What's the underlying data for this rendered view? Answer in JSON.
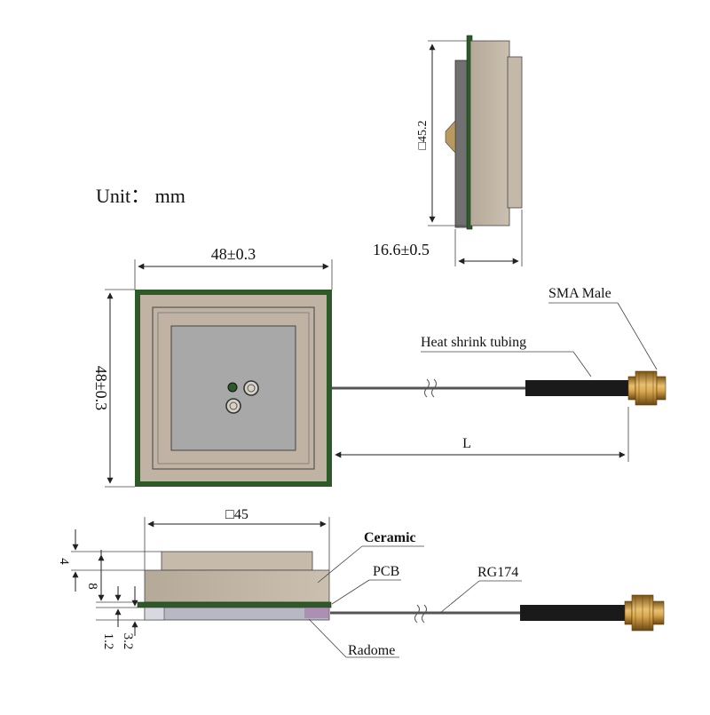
{
  "unit_label": "Unit： mm",
  "top_view": {
    "width_label": "48±0.3",
    "height_label": "48±0.3",
    "cable_length_label": "L"
  },
  "side_view_top": {
    "square_label": "□45.2",
    "thickness_label": "16.6±0.5"
  },
  "side_view_bottom": {
    "square_label": "□45",
    "dim_4": "4",
    "dim_8": "8",
    "dim_1_2": "1.2",
    "dim_3_2": "3.2"
  },
  "callouts": {
    "sma": "SMA Male",
    "heat_shrink": "Heat shrink tubing",
    "ceramic": "Ceramic",
    "pcb": "PCB",
    "rg174": "RG174",
    "radome": "Radome"
  },
  "colors": {
    "pcb_green": "#2e5a2a",
    "ceramic": "#c0b3a3",
    "patch_gray": "#a8a8a8",
    "radome_gray": "#b8b8c4",
    "cable": "#555555",
    "sma_gold": "#c8963e",
    "heat_shrink": "#1a1a1a"
  }
}
